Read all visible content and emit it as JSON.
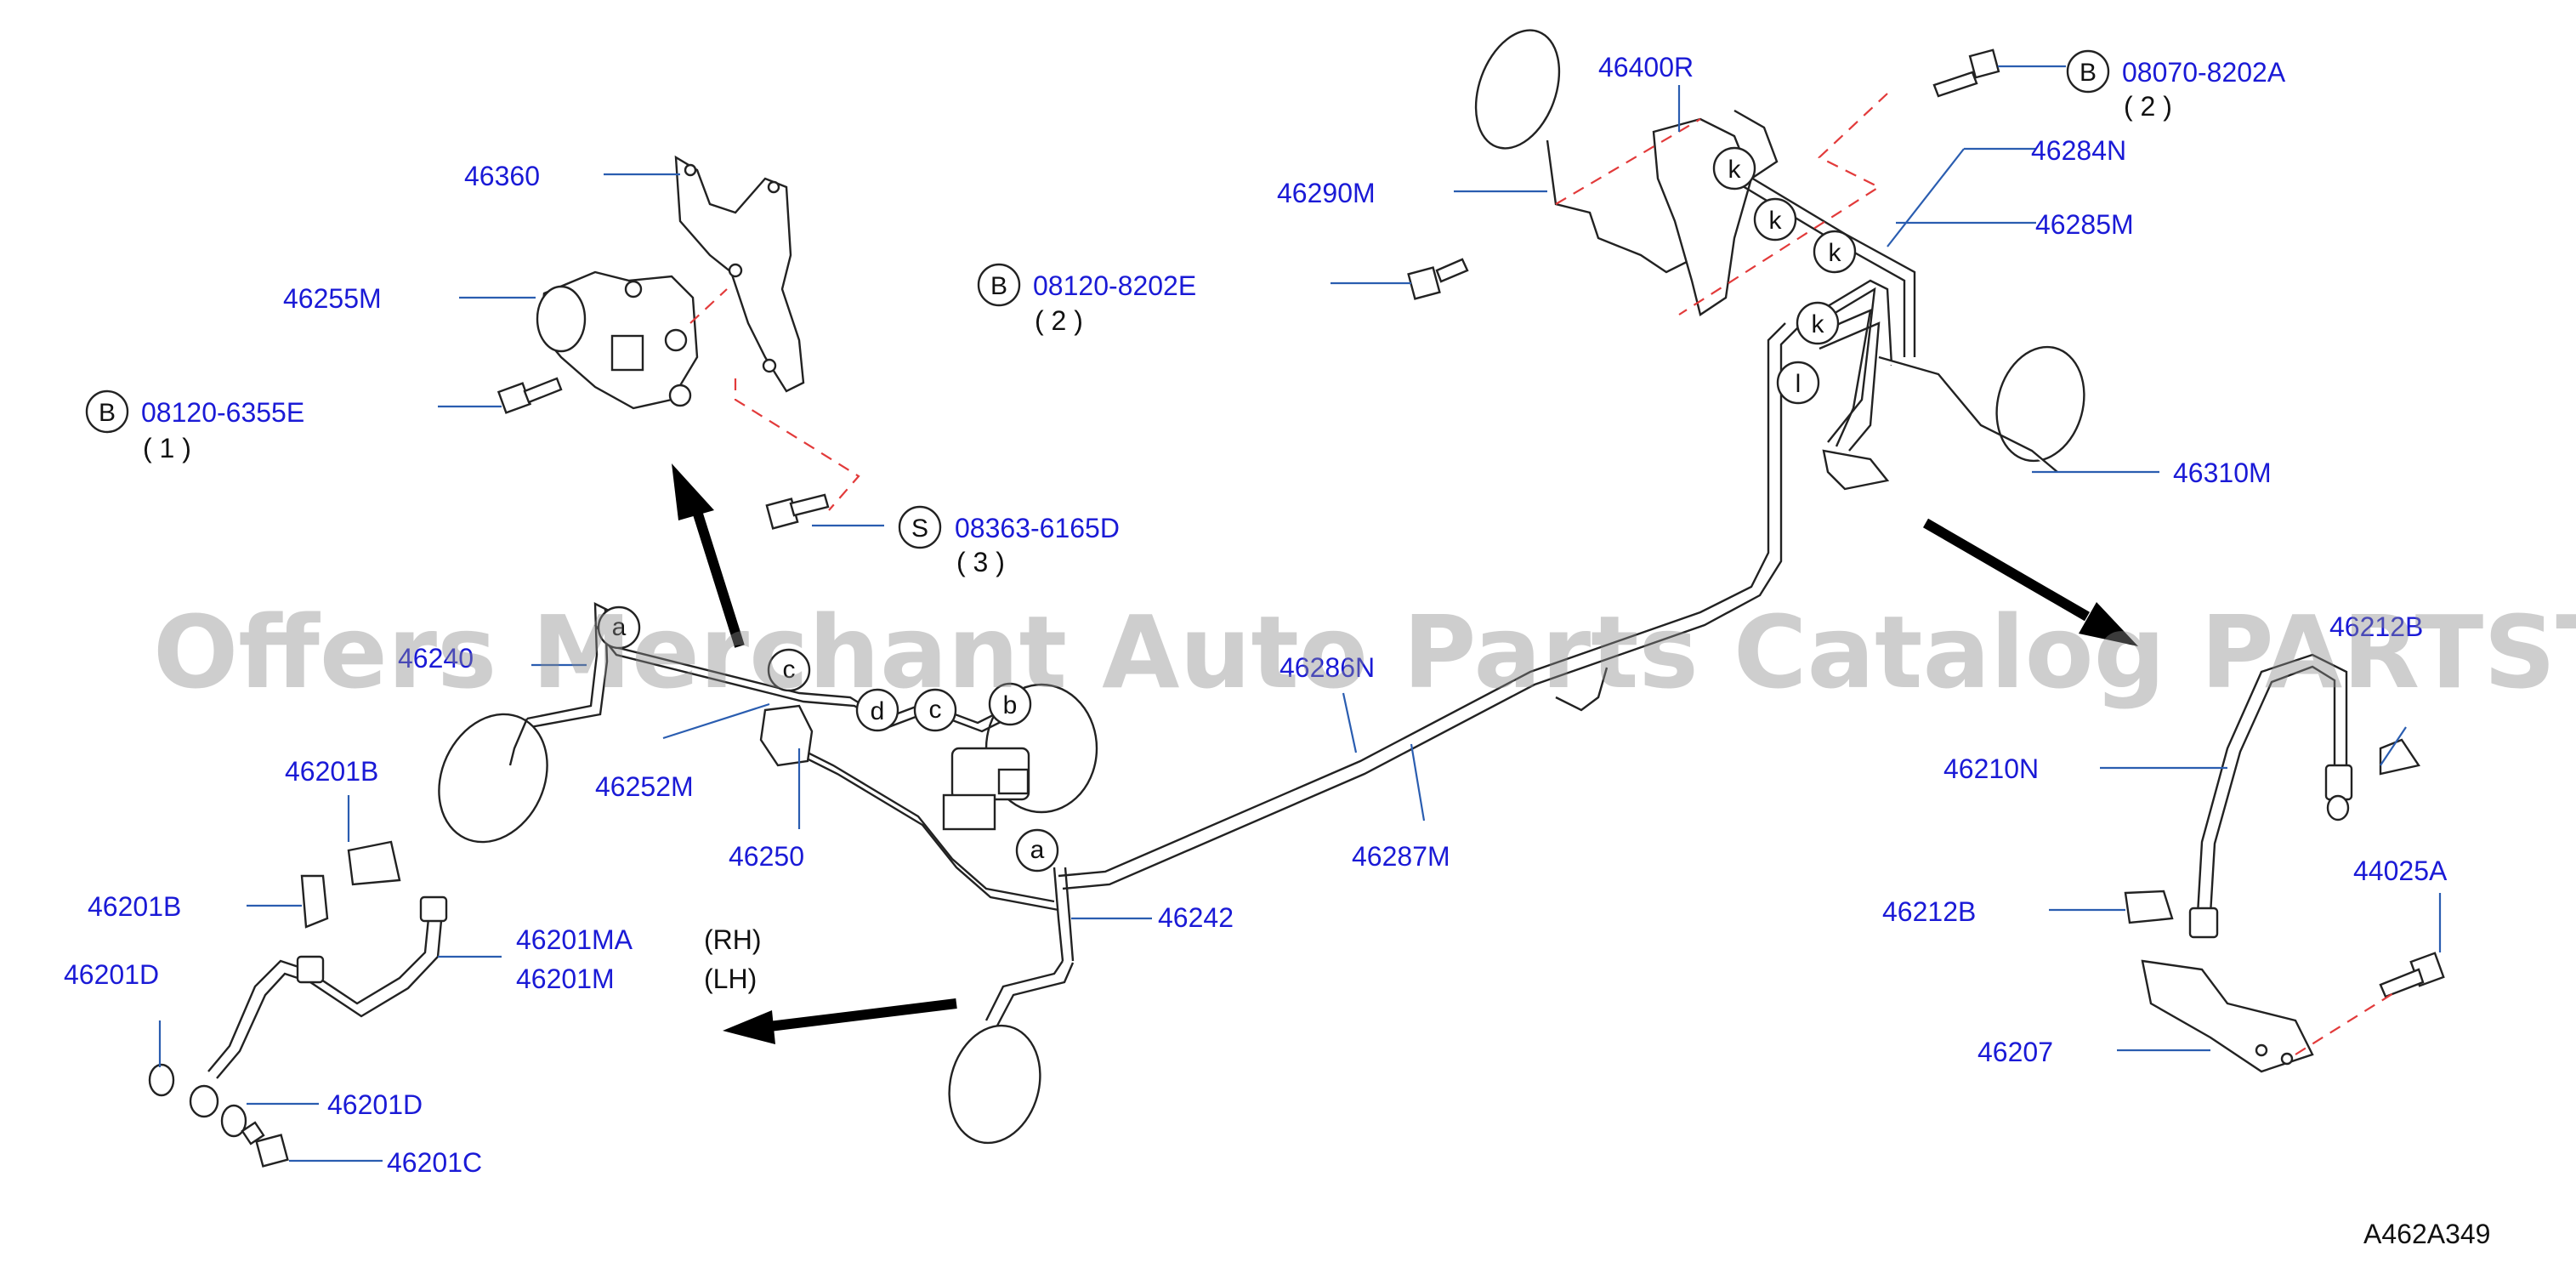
{
  "parts": {
    "p46360": "46360",
    "p46255M": "46255M",
    "b08120_6355E": "08120-6355E",
    "b08120_6355E_qty": "( 1 )",
    "b08120_8202E": "08120-8202E",
    "b08120_8202E_qty": "( 2 )",
    "s08363_6165D": "08363-6165D",
    "s08363_6165D_qty": "( 3 )",
    "p46240": "46240",
    "p46252M": "46252M",
    "p46250": "46250",
    "p46242": "46242",
    "p46201B_1": "46201B",
    "p46201B_2": "46201B",
    "p46201MA": "46201MA",
    "p46201M": "46201M",
    "rh": "(RH)",
    "lh": "(LH)",
    "p46201D_1": "46201D",
    "p46201D_2": "46201D",
    "p46201C": "46201C",
    "p46400R": "46400R",
    "p46290M": "46290M",
    "b08070_8202A": "08070-8202A",
    "b08070_8202A_qty": "( 2 )",
    "p46284N": "46284N",
    "p46285M": "46285M",
    "p46310M": "46310M",
    "p46286N": "46286N",
    "p46287M": "46287M",
    "p46212B_1": "46212B",
    "p46210N": "46210N",
    "p46212B_2": "46212B",
    "p44025A": "44025A",
    "p46207": "46207"
  },
  "markers": {
    "bolt_b": "B",
    "screw_s": "S",
    "a": "a",
    "b": "b",
    "c": "c",
    "d": "d",
    "k": "k",
    "l": "l"
  },
  "watermark": "Offers Merchant Auto Parts Catalog PARTSTORE.SA",
  "diagram_code": "A462A349"
}
